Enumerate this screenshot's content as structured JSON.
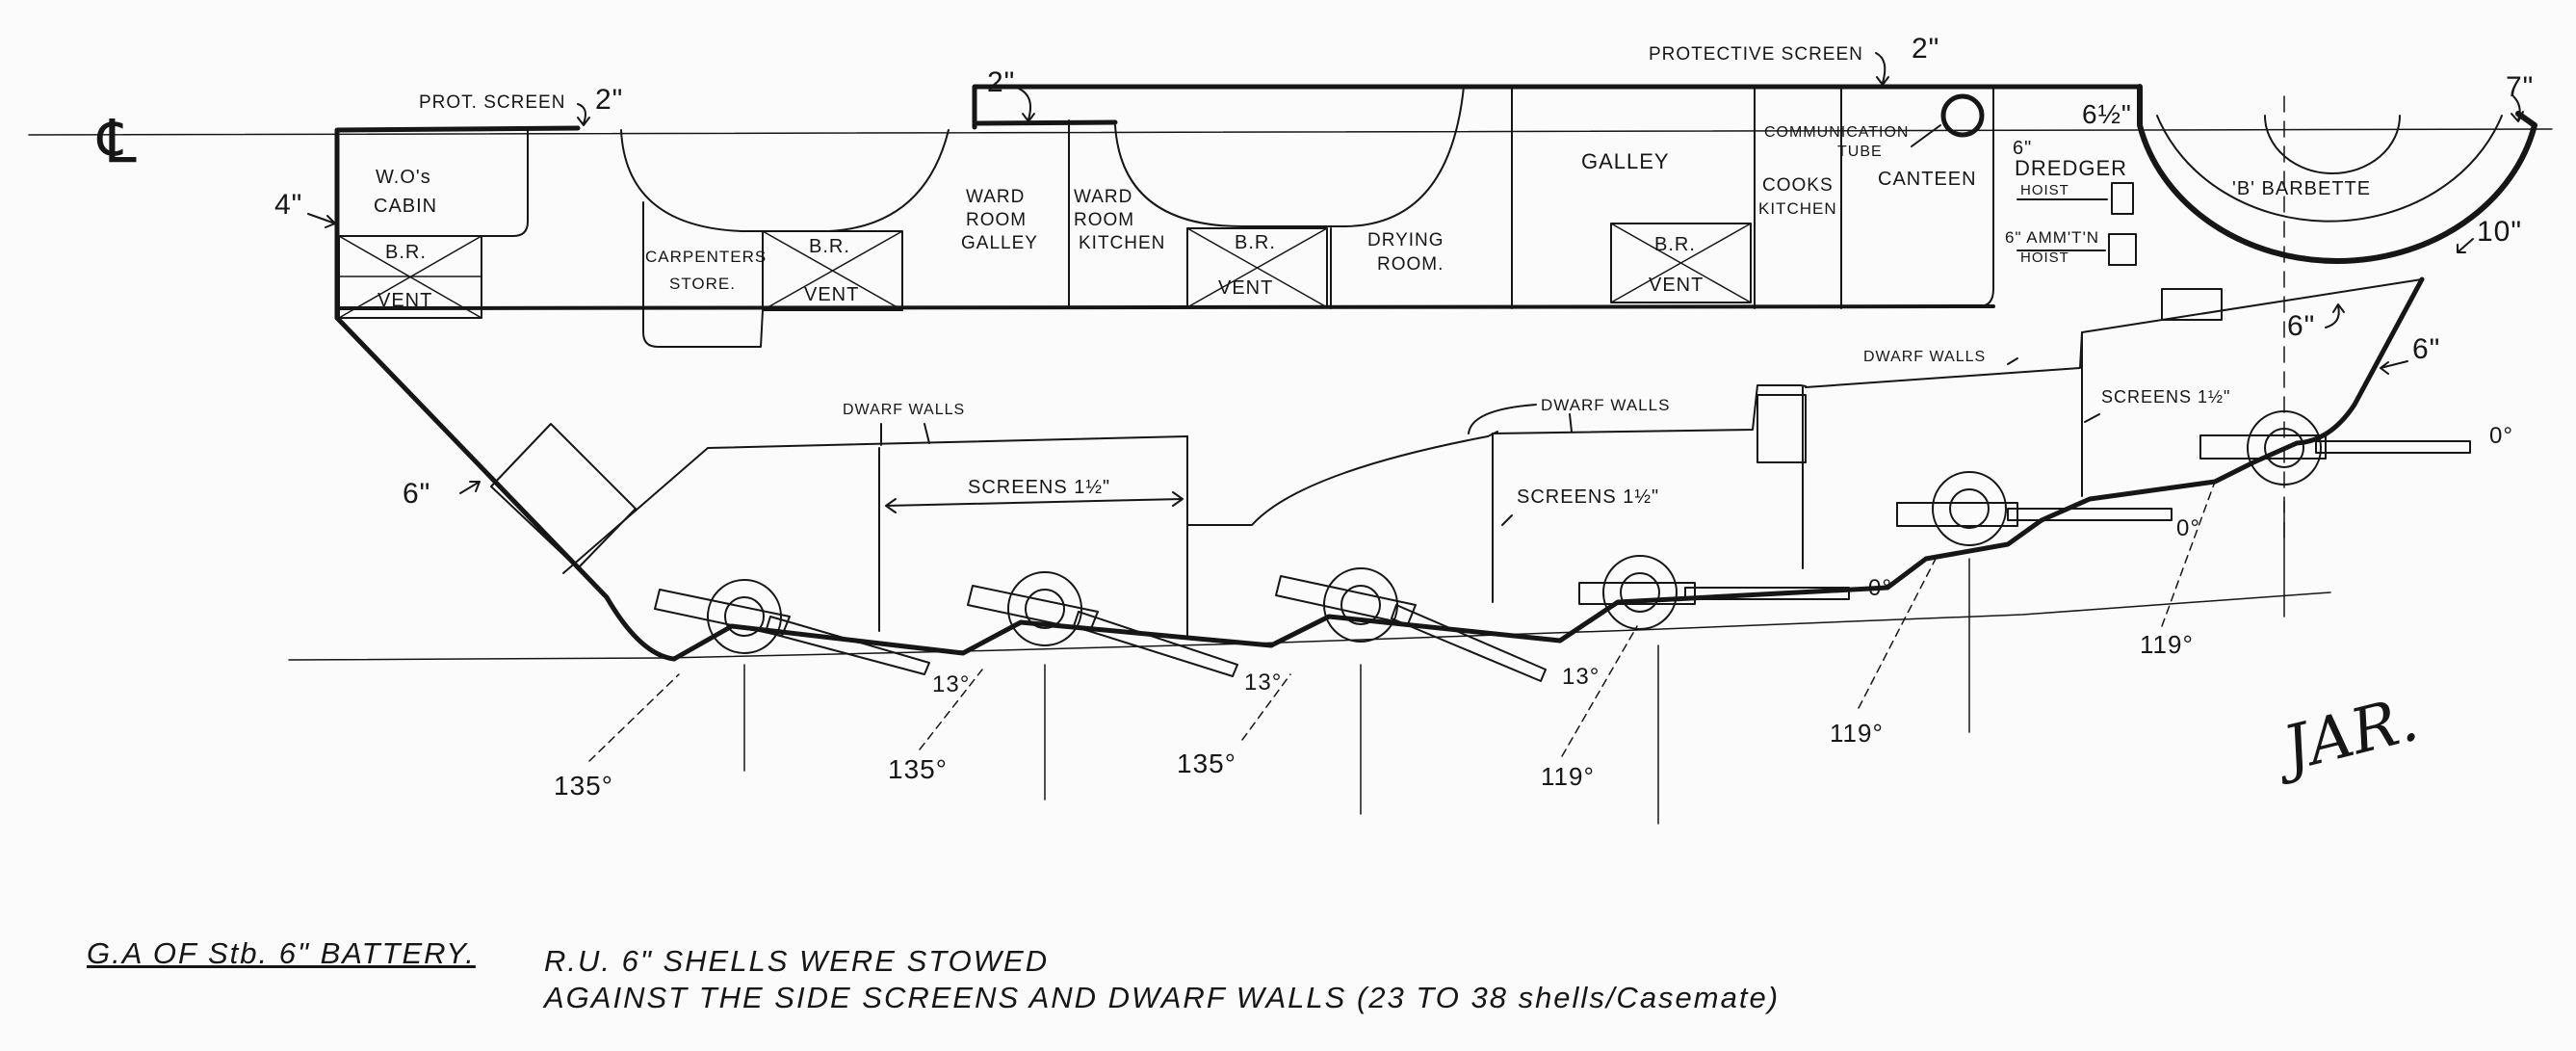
{
  "labels": {
    "centreline": "℄",
    "prot_screen": "PROT. SCREEN",
    "prot_screen_thk": "2\"",
    "top_2in": "2\"",
    "protective_screen": "PROTECTIVE SCREEN",
    "protective_screen_thk": "2\"",
    "thk_4in": "4\"",
    "thk_6in_left": "6\"",
    "thk_6_half": "6½\"",
    "thk_7in": "7\"",
    "thk_10in": "10\"",
    "thk_6in_barbette": "6\"",
    "thk_6in_right": "6\"",
    "wo_cabin_1": "W.O's",
    "wo_cabin_2": "CABIN",
    "br": "B.R.",
    "vent": "VENT",
    "carpenters_1": "CARPENTERS",
    "carpenters_2": "STORE.",
    "ward_galley_1": "WARD",
    "ward_galley_2": "ROOM",
    "ward_galley_3": "GALLEY",
    "ward_kitchen_1": "WARD",
    "ward_kitchen_2": "ROOM",
    "ward_kitchen_3": "KITCHEN",
    "drying_1": "DRYING",
    "drying_2": "ROOM.",
    "galley": "GALLEY",
    "comm_1": "COMMUNICATION",
    "comm_2": "TUBE",
    "cooks_1": "COOKS",
    "cooks_2": "KITCHEN",
    "canteen": "CANTEEN",
    "dredger_0": "6\"",
    "dredger_1": "DREDGER",
    "dredger_2": "HOIST",
    "ammtn_1": "6\" AMM'T'N",
    "ammtn_2": "HOIST",
    "barbette": "'B' BARBETTE",
    "dwarf_walls_1": "DWARF WALLS",
    "dwarf_walls_2": "DWARF WALLS",
    "dwarf_walls_3": "DWARF WALLS",
    "screens_1": "SCREENS 1½\"",
    "screens_2": "SCREENS 1½\"",
    "screens_3": "SCREENS 1½\"",
    "ang_13_a": "13°",
    "ang_13_b": "13°",
    "ang_13_c": "13°",
    "ang_0_a": "0°",
    "ang_0_b": "0°",
    "ang_0_c": "0°",
    "arc_135_a": "135°",
    "arc_135_b": "135°",
    "arc_135_c": "135°",
    "arc_119_a": "119°",
    "arc_119_b": "119°",
    "arc_119_c": "119°",
    "signature": "JAR."
  },
  "caption": {
    "title": "G.A OF Stb. 6\" BATTERY.",
    "line1": "R.U. 6\" SHELLS WERE STOWED",
    "line2": "AGAINST THE SIDE SCREENS AND DWARF WALLS (23 TO 38 shells/Casemate)"
  }
}
